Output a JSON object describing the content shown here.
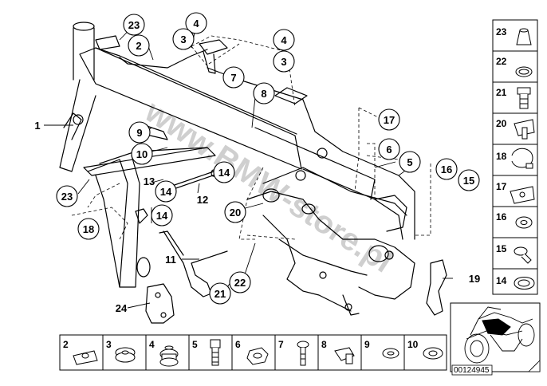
{
  "diagram": {
    "callouts": {
      "c23a": "23",
      "c2a": "2",
      "c4a": "4",
      "c3a": "3",
      "c4b": "4",
      "c3b": "3",
      "c7": "7",
      "c8": "8",
      "c9": "9",
      "c10": "10",
      "c17": "17",
      "c6": "6",
      "c5": "5",
      "c16": "16",
      "c15": "15",
      "c14a": "14",
      "c14b": "14",
      "c14c": "14",
      "c20": "20",
      "c23b": "23",
      "c18": "18",
      "c22": "22",
      "c21": "21",
      "c1": "1",
      "c13": "13",
      "c12": "12",
      "c11": "11",
      "c19": "19",
      "c24": "24"
    },
    "side_parts": [
      "23",
      "22",
      "21",
      "20",
      "18",
      "17",
      "16",
      "15",
      "14"
    ],
    "bottom_parts": [
      "2",
      "3",
      "4",
      "5",
      "6",
      "7",
      "8",
      "9",
      "10"
    ],
    "reference_number": "00124945",
    "watermark": "www.BMW-store.pl"
  },
  "colors": {
    "line": "#000000",
    "watermark": "#c8c8c8",
    "background": "#ffffff"
  }
}
